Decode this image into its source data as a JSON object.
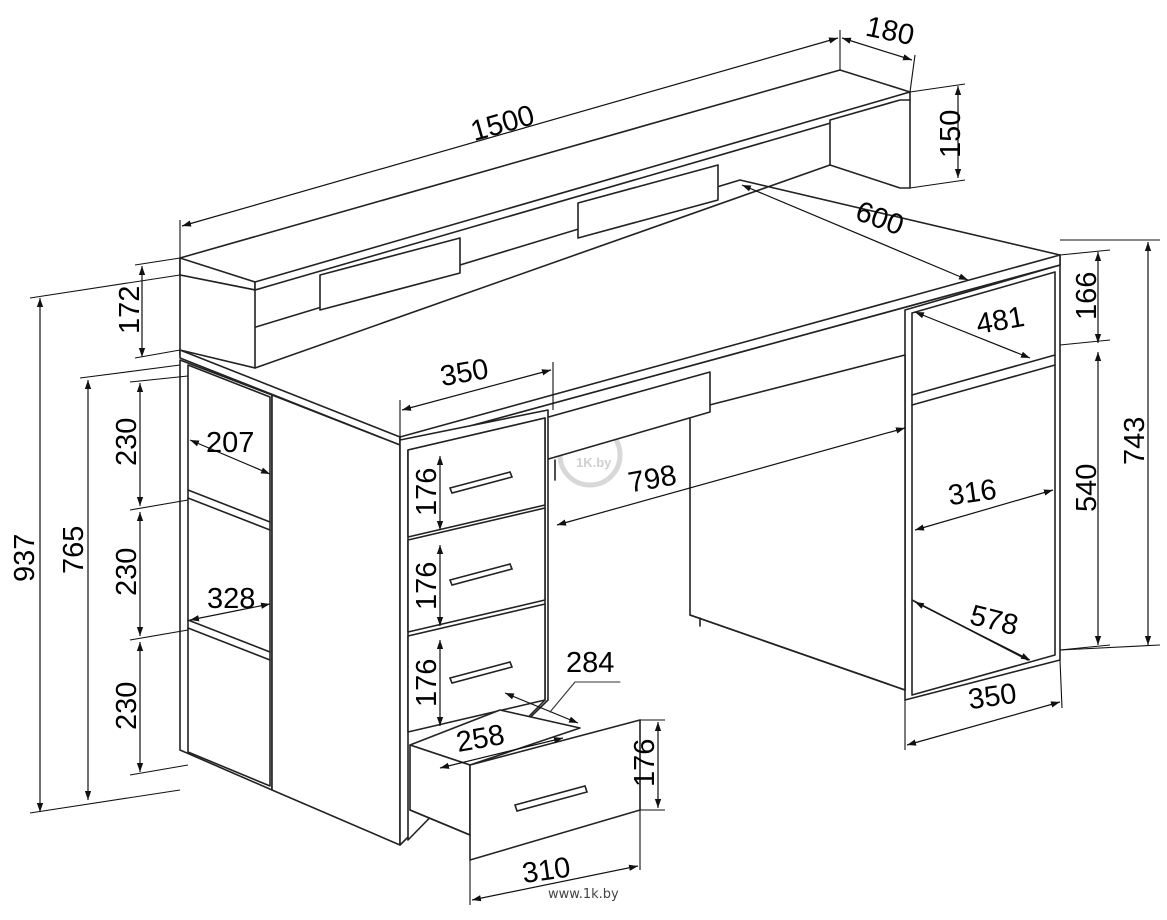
{
  "diagram": {
    "dimensions": {
      "total_width": "1500",
      "top_depth": "180",
      "top_height": "150",
      "desk_depth": "600",
      "shelf_unit_height": "172",
      "right_top_height": "166",
      "right_total_height": "743",
      "right_lower_height": "540",
      "right_shelf_depth_top": "481",
      "right_shelf_width": "316",
      "right_bottom_depth": "578",
      "right_unit_width": "350",
      "center_span": "798",
      "drawer_unit_width": "350",
      "drawer_front_height_1": "176",
      "drawer_front_height_2": "176",
      "drawer_front_height_3": "176",
      "drawer_front_height_4": "176",
      "drawer_inner_width": "258",
      "drawer_inner_depth": "284",
      "drawer_front_width": "310",
      "left_total_height": "937",
      "left_unit_height": "765",
      "left_shelf_1": "230",
      "left_shelf_2": "230",
      "left_shelf_3": "230",
      "left_shelf_depth_top": "207",
      "left_shelf_depth_mid": "328"
    },
    "watermark": "www.1k.by",
    "logo_text": "1K.by"
  }
}
